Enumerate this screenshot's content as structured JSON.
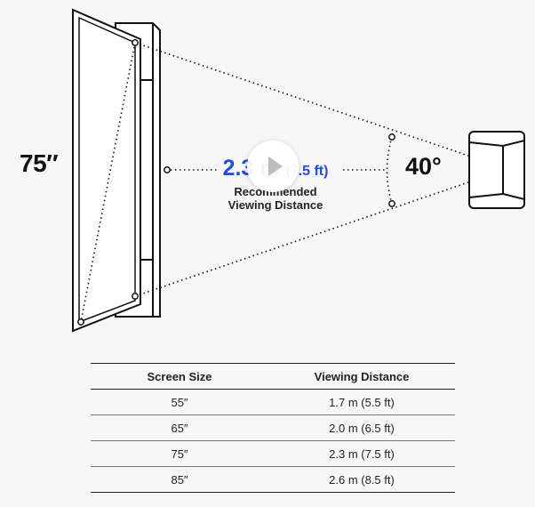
{
  "diagram": {
    "screen_size": "75″",
    "viewing_angle": "40°",
    "recommended_distance": {
      "value": "2.3 m",
      "feet": "(7.5 ft)",
      "caption_line1": "Recommended",
      "caption_line2": "Viewing Distance"
    },
    "play_icon": "play-icon"
  },
  "table": {
    "headers": [
      "Screen Size",
      "Viewing Distance"
    ],
    "rows": [
      [
        "55″",
        "1.7 m (5.5 ft)"
      ],
      [
        "65″",
        "2.0 m (6.5 ft)"
      ],
      [
        "75″",
        "2.3 m (7.5 ft)"
      ],
      [
        "85″",
        "2.6 m (8.5 ft)"
      ]
    ]
  }
}
